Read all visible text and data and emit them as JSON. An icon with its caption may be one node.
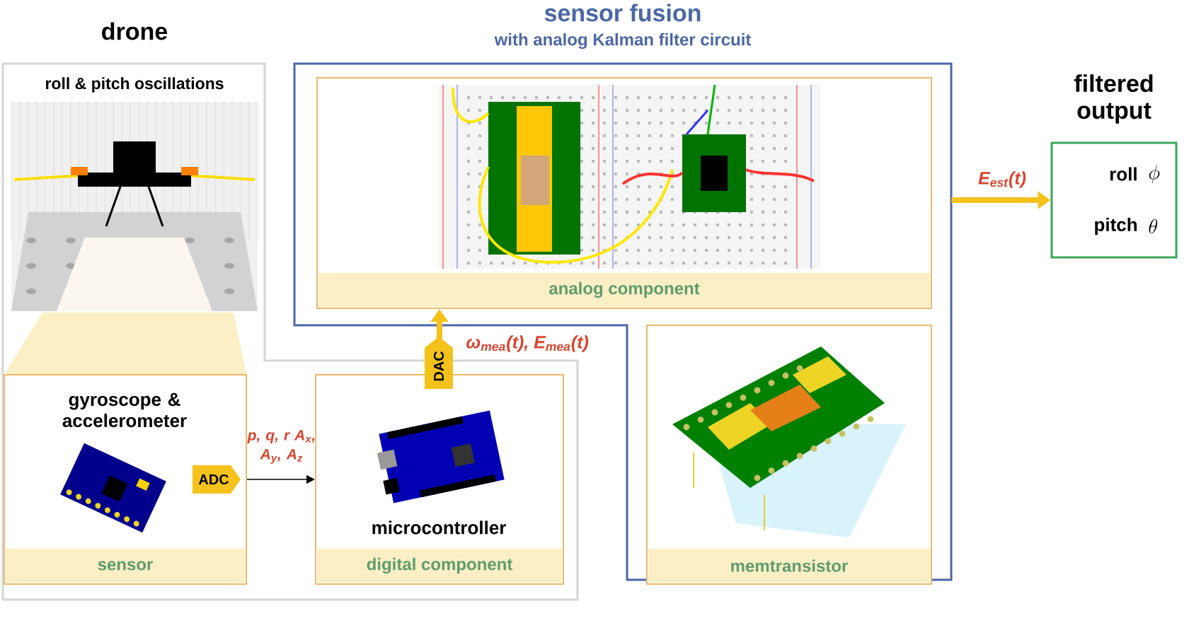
{
  "diagram": {
    "nodes": [
      {
        "text": [
          "drone"
        ]
      },
      {
        "text": [
          "roll & pitch oscillations"
        ],
        "in": 0
      },
      {
        "text": [
          "gyroscope & accelerometer",
          "sensor"
        ],
        "in": 0
      },
      {
        "text": [
          "microcontroller",
          "digital component"
        ],
        "in": 0
      },
      {
        "text": [
          "sensor fusion",
          "with analog Kalman filter circuit"
        ]
      },
      {
        "text": [
          "analog component"
        ],
        "in": 4
      },
      {
        "text": [
          "memtransistor"
        ],
        "in": 4
      },
      {
        "text": [
          "filtered output",
          "roll",
          "\\phi",
          "pitch",
          "\\theta"
        ]
      }
    ],
    "edges": [
      {
        "from": 2,
        "to": 3,
        "arrow": "to",
        "label": "p, q, r A$_{x}$, A$_{y}$, A$_{z}$",
        "color": "#000000"
      },
      {
        "from": 3,
        "to": 5,
        "arrow": "to",
        "label": "ω$_{mea}$(t), E$_{mea}$(t)"
      },
      {
        "from": 4,
        "to": 7,
        "arrow": "to",
        "label": "E$_{est}$(t)"
      }
    ],
    "labels": [
      "ADC",
      "DAC"
    ]
  }
}
